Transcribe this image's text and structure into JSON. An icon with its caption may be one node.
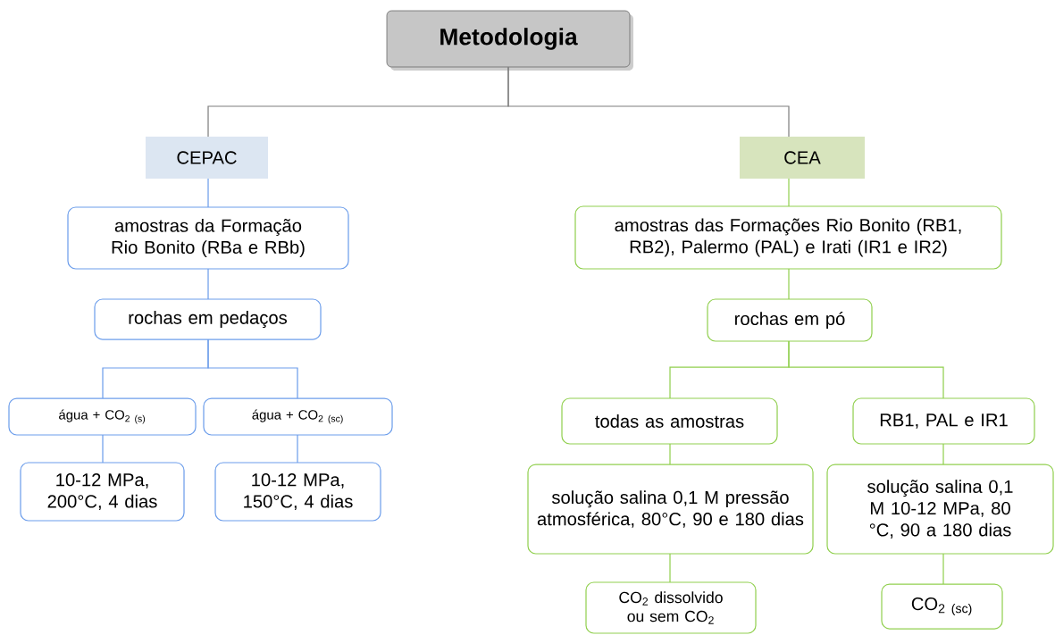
{
  "diagram": {
    "nodes": [
      {
        "text": [
          "Metodologia"
        ]
      },
      {
        "text": [
          "CEPAC"
        ]
      },
      {
        "text": [
          "CEA"
        ]
      },
      {
        "text": [
          "amostras da Formação Rio Bonito (RBa e RBb)"
        ]
      },
      {
        "text": [
          "rochas em pedaços"
        ]
      },
      {
        "text": [
          "água + CO$_{2 (s)}$"
        ]
      },
      {
        "text": [
          "água + CO$_{2 (sc)}$"
        ]
      },
      {
        "text": [
          "10-12 MPa, 200°C, 4 dias"
        ]
      },
      {
        "text": [
          "10-12 MPa, 150°C, 4 dias"
        ]
      },
      {
        "text": [
          "amostras das Formações Rio Bonito (RB1, RB2), Palermo (PAL) e Irati (IR1 e IR2)"
        ]
      },
      {
        "text": [
          "rochas em pó"
        ]
      },
      {
        "text": [
          "todas as amostras"
        ]
      },
      {
        "text": [
          "RB1, PAL e IR1"
        ]
      },
      {
        "text": [
          "solução salina 0,1 M pressão atmosférica, 80°C, 90 e 180 dias"
        ]
      },
      {
        "text": [
          "solução salina 0,1 M 10-12 MPa, 80 °C, 90 a 180 dias"
        ]
      },
      {
        "text": [
          "CO$_{2}$ dissolvido ou sem CO$_{2}$"
        ]
      },
      {
        "text": [
          "CO$_{2 (sc)}$"
        ]
      }
    ],
    "edges": [
      {
        "from": 0,
        "to": 1,
        "arrow": "none",
        "color": "#7f7f7f"
      },
      {
        "from": 0,
        "to": 2,
        "arrow": "none",
        "color": "#7f7f7f"
      },
      {
        "from": 1,
        "to": 3,
        "arrow": "none",
        "color": "#6d9eeb"
      },
      {
        "from": 3,
        "to": 4,
        "arrow": "none",
        "color": "#6d9eeb"
      },
      {
        "from": 4,
        "to": 5,
        "arrow": "none",
        "color": "#6d9eeb"
      },
      {
        "from": 4,
        "to": 6,
        "arrow": "none",
        "color": "#6d9eeb"
      },
      {
        "from": 5,
        "to": 7,
        "arrow": "none",
        "color": "#6d9eeb"
      },
      {
        "from": 6,
        "to": 8,
        "arrow": "none",
        "color": "#6d9eeb"
      },
      {
        "from": 2,
        "to": 9,
        "arrow": "none"
      },
      {
        "from": 9,
        "to": 10,
        "arrow": "none"
      },
      {
        "from": 10,
        "to": 11,
        "arrow": "none"
      },
      {
        "from": 10,
        "to": 12,
        "arrow": "none"
      },
      {
        "from": 11,
        "to": 13,
        "arrow": "none"
      },
      {
        "from": 12,
        "to": 14,
        "arrow": "none"
      },
      {
        "from": 13,
        "to": 15,
        "arrow": "none"
      },
      {
        "from": 14,
        "to": 16,
        "arrow": "none"
      }
    ]
  }
}
